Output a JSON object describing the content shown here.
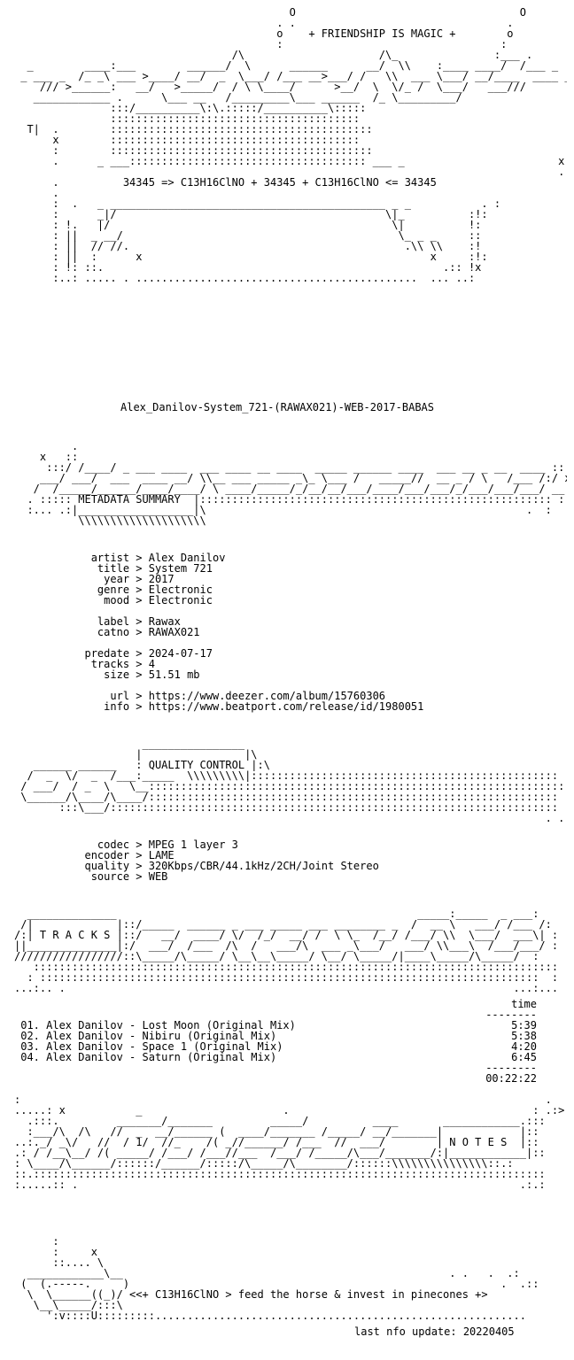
{
  "art_top": "                                           O                                   O\n                                         . .                                 .\n                                         o    + FRIENDSHIP IS MAGIC +        o\n                                         :                                  :\n                                  /\\                     /\\_               :___ .\n  _        ____:___        ______/  \\      ______      __/  \\\\    :____ ____/  /___ _\n _ ___ _  /_ _\\ ___ >____/ __/  _  \\___/ /___ __>___/ /   \\\\  ___ \\___/ __/____  ____ _\n    /// >______:   __/   >_____/  / \\ \\____/      >__/  \\  \\/_ /  \\___/   ___///\n   ____________ .      \\___ __   /_________\\___ ______  /_ \\_________/\n               :::/__________\\:\\.:::::/__________\\:::::\n               :::::::::::::::::::::::::::::::::::::::\n  T|  .        :::::::::::::::::::::::::::::::::::::::::\n      x        :::::::::::::::::::::::::::::::::::::::                                .\n      :        :::::::::::::::::::::::::::::::::::::::::\n      .      _ ___::::::::::::::::::::::::::::::::::::: ___ _                        x\n                                                                                     .\n      .          34345 => C13H16ClNO + 34345 + C13H16ClNO <= 34345\n      .\n      :  .   _ ___________________________________________ _ _           . :\n      :      _|/                                          \\|_          :!:\n      : !.   |/                                            \\|          !:\n      : ||  _ __/                                           \\_ _ _     ::\n      : ||  // //.                                           .\\\\ \\\\    :!\n      : ||  :      x                                             x     :!:\n      : !: ::.                                                     .:: !x\n      :..: ..... . ............................................  ... ..:",
  "release_name": "Alex_Danilov-System_721-(RAWAX021)-WEB-2017-BABAS",
  "art_metadata": "         .                                                                             :\n    x   ::                                                                             .\n     :::/ /____/ _ ___ ____  ___ ____ __ ____  _____ ______ ____  ___ __ _ __  ____ :::\n    ___/ ___/  ___  ____ __/ \\\\__ ___ _____ _\\_ \\___ /   _____//  __ _ / \\   /___ /:/ x\n   /  /_____/______/____/____/ \\ ____/_____/_/__/__/___/____/___/___/_/___/___/___/ __\n  . ::::: METADATA SUMMARY  |::::::::::::::::::::::::::::::::::::::::::::::::::::::: :\n  :... .:|__________________|\\                                                  .  :\n          \\\\\\\\\\\\\\\\\\\\\\\\\\\\\\\\\\\\\\\\",
  "metadata": [
    {
      "k": "artist",
      "v": "Alex Danilov"
    },
    {
      "k": "title",
      "v": "System 721"
    },
    {
      "k": "year",
      "v": "2017"
    },
    {
      "k": "genre",
      "v": "Electronic"
    },
    {
      "k": "mood",
      "v": "Electronic"
    },
    {
      "k": "",
      "v": ""
    },
    {
      "k": "label",
      "v": "Rawax"
    },
    {
      "k": "catno",
      "v": "RAWAX021"
    },
    {
      "k": "",
      "v": ""
    },
    {
      "k": "predate",
      "v": "2024-07-17"
    },
    {
      "k": "tracks",
      "v": "4"
    },
    {
      "k": "size",
      "v": "51.51 mb"
    },
    {
      "k": "",
      "v": ""
    },
    {
      "k": "url",
      "v": "https://www.deezer.com/album/15760306"
    },
    {
      "k": "info",
      "v": "https://www.beatport.com/release/id/1980051"
    }
  ],
  "art_quality": "                    ________________\n                   |                |\\\n   ______ ______   : QUALITY CONTROL |:\\\n  /  _  \\/  _  /___:_____  \\\\\\\\\\\\\\\\\\|::::::::::::::::::::::::::::::::::::::::::::::::\n / ___/  / _  \\   \\__:::::::::::::::::::::::::::::::::::::::::::::::::::::::::::::::::  .\n \\______/\\____/\\____/:::::::::::::::::::::::::::::::::::::::::::::::::::::::::::::::: :\n       :::\\___/::::::::::::::::::::::::::::::::::::::::::::::::::::::::::::::::::::::  :\n                                                                                   . ..:",
  "quality": [
    {
      "k": "codec",
      "v": "MPEG 1 layer 3"
    },
    {
      "k": "encoder",
      "v": "LAME"
    },
    {
      "k": "quality",
      "v": "320Kbps/CBR/44.1kHz/2CH/Joint Stereo"
    },
    {
      "k": "source",
      "v": "WEB"
    }
  ],
  "art_tracks": "  ______________                                               _____:_____  _ ___:\n /|             |::/_____  ______ _ ___ _____ ___ ________ _  /  __ \\   ___/ /___ /:\n/:| T R A C K S |::/   __/  ____/ \\/  /_/  __/ /  \\ \\_  /__/ /___/ \\\\  \\___/  ___\\| :\n||______________|:/  ___/  /___  /\\  /   ___/\\  ___ _\\___/   ___/ \\\\___\\  /___/___/ :\n/////////////////::\\_____/\\_____/ \\__\\__\\_____/ \\__/ \\_____/|____\\_____/\\_____/  :\n   ::::::::::::::::::::::::::::::::::::::::::::::::::::::::::::::::::::::::::::::::::\n  : ::::::::::::::::::::::::::::::::::::::::::::::::::::::::::::::::::::::::::::::  :\n...:.. .                                                                      ...:...",
  "tracks_header": "time",
  "tracks_rule": "--------",
  "tracks": [
    {
      "no": "01.",
      "artist": "Alex Danilov",
      "title": "Lost Moon (Original Mix)",
      "time": "5:39"
    },
    {
      "no": "02.",
      "artist": "Alex Danilov",
      "title": "Nibiru (Original Mix)",
      "time": "5:38"
    },
    {
      "no": "03.",
      "artist": "Alex Danilov",
      "title": "Space 1 (Original Mix)",
      "time": "4:20"
    },
    {
      "no": "04.",
      "artist": "Alex Danilov",
      "title": "Saturn (Original Mix)",
      "time": "6:45"
    }
  ],
  "total_time": "00:22:22",
  "art_notes": ":                                                                                  .\n.....: x           _                      .                                      : .:>\n  .:::.         _______/_______         _____/          ____       ____________.:::\n  :___/\\  /\\   //  _  __/______ (  ____/_______ /_____/ __/_______|            |::\n..:._/ _\\/   //  / 1/  //_    /( _//______/ /___  //  ___/        | N O T E S  |::\n.: / /__\\__/ /( _____/ /___/ /___//___  /___/ /_____/\\___/_______/:|____________|::\n: \\____/\\______/::::::/______/:::::/\\_____/\\________/::::::\\\\\\\\\\\\\\\\\\\\\\\\\\\\\\::.:\n::.::::::::::::::::::::::::::::::::::::::::::::::::::::::::::::::::::::::::::::::::\n:.....:: .                                                                     .:.:",
  "art_footer": "      :\n      :     x\n      ::.... \\\n  ____________\\__                                                   . .   .  .:\n (  (.-----.     )                                                          .  .::\n  \\  \\______((_)/ <<+ C13H16ClNO > feed the horse & invest in pinecones +>\n   \\__\\_____/:::\\\n     ':v::::U:::::::::..........................................................",
  "last_update": "last nfo update: 20220405"
}
